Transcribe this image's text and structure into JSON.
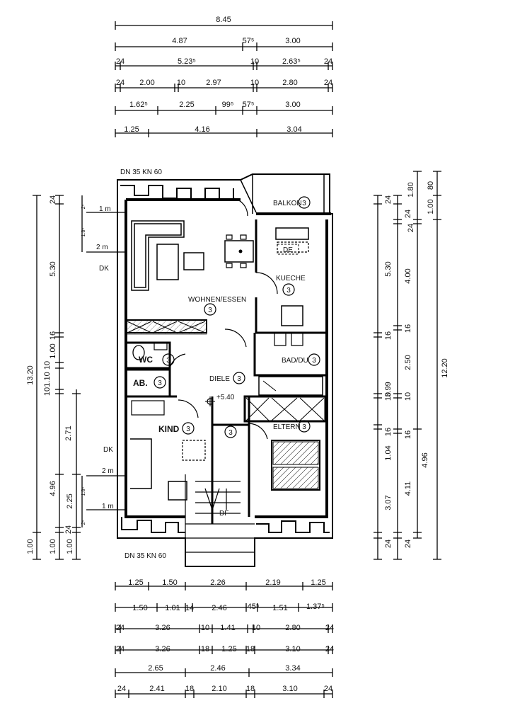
{
  "roof_labels": {
    "top": "DN 35 KN 60",
    "bottom": "DN 35 KN 60"
  },
  "side_labels": {
    "dk_upper": "DK",
    "dk_lower": "DK",
    "m1_upper": "1 m",
    "m2_upper": "2 m",
    "m2_lower": "2 m",
    "m1_lower": "1 m"
  },
  "rooms": {
    "wohnen": {
      "name": "WOHNEN/ESSEN",
      "num": "3"
    },
    "balkon": {
      "name": "BALKON",
      "num": "3"
    },
    "kueche": {
      "name": "KUECHE",
      "num": "3"
    },
    "de": "DE",
    "bad": {
      "name": "BAD/DU",
      "num": "3"
    },
    "wc": {
      "name": "WC",
      "num": "3"
    },
    "ab": {
      "name": "AB.",
      "num": "3"
    },
    "diele": {
      "name": "DIELE",
      "num": "3",
      "level": "+5.40"
    },
    "kind": {
      "name": "KIND",
      "num": "3"
    },
    "stair": {
      "num": "3"
    },
    "eltern": {
      "name": "ELTERN",
      "num": "3"
    },
    "df": "DF"
  },
  "top_dims": [
    [
      "8.45"
    ],
    [
      "4.87",
      "57⁵",
      "3.00"
    ],
    [
      "24",
      "5.23⁵",
      "10",
      "2.63⁵",
      "24"
    ],
    [
      "24",
      "2.00",
      "10",
      "2.97",
      "10",
      "2.80",
      "24"
    ],
    [
      "1.62⁵",
      "2.25",
      "99⁵",
      "57⁵",
      "3.00"
    ],
    [
      "1.25",
      "4.16",
      "3.04"
    ]
  ],
  "bottom_dims": [
    [
      "1.25",
      "1.50",
      "2.26",
      "2.19",
      "1.25"
    ],
    [
      "1.50",
      "1.01",
      "14",
      "2.46",
      "45⁵",
      "1.51",
      "1.37⁵"
    ],
    [
      "24",
      "3.26",
      "10",
      "1.41",
      "10",
      "2.80",
      "24"
    ],
    [
      "24",
      "3.26",
      "18",
      "1.25",
      "18",
      "3.10",
      "24"
    ],
    [
      "2.65",
      "2.46",
      "3.34"
    ],
    [
      "24",
      "2.41",
      "18",
      "2.10",
      "18",
      "3.10",
      "24"
    ]
  ],
  "left_dims": {
    "outer": [
      "13.20",
      "1.00"
    ],
    "mid": [
      "24",
      "5.30",
      "16",
      "1.00",
      "10",
      "1.10",
      "10",
      "2.71",
      "4.96",
      "1.00"
    ],
    "inner": [
      "24",
      "2.25",
      "1.00"
    ],
    "small": [
      "2⁵",
      "1.8⁵",
      "2⁵",
      "1.8⁵"
    ]
  },
  "right_dims": {
    "a": [
      "24",
      "5.30",
      "16",
      "3.99",
      "10",
      "1.04",
      "16",
      "3.07",
      "24"
    ],
    "b": [
      "24",
      "4.00",
      "16",
      "2.50",
      "10",
      "16",
      "4.11",
      "24"
    ],
    "c": [
      "1.80",
      "24",
      "4.96"
    ],
    "d": [
      "80",
      "1.00",
      "12.20"
    ]
  }
}
